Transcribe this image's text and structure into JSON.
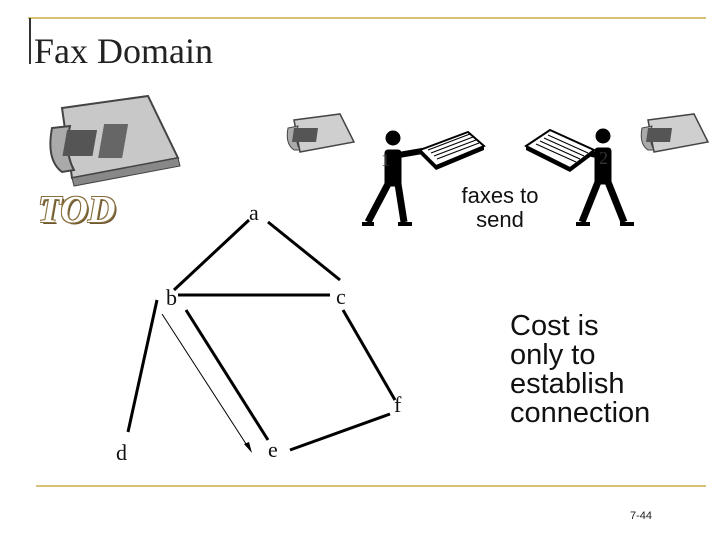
{
  "title": "Fax Domain",
  "logo": "TOD",
  "nodes": {
    "a": "a",
    "b": "b",
    "c": "c",
    "d": "d",
    "e": "e",
    "f": "f"
  },
  "people": {
    "left": "1",
    "right": "2"
  },
  "faxes_label": [
    "faxes to",
    "send"
  ],
  "cost_label": [
    "Cost is",
    "only to",
    "establish",
    "connection"
  ],
  "page_number": "7-44",
  "icons": [
    "telephone-icon-large",
    "telephone-icon-small-left",
    "telephone-icon-small-right",
    "person-icon-1",
    "person-icon-2",
    "fax-paper-icon-left",
    "fax-paper-icon-right"
  ],
  "colors": {
    "frame_line": "#d8c27a",
    "frame_left_bar": "#333333",
    "logo_outline": "#8a7040"
  }
}
